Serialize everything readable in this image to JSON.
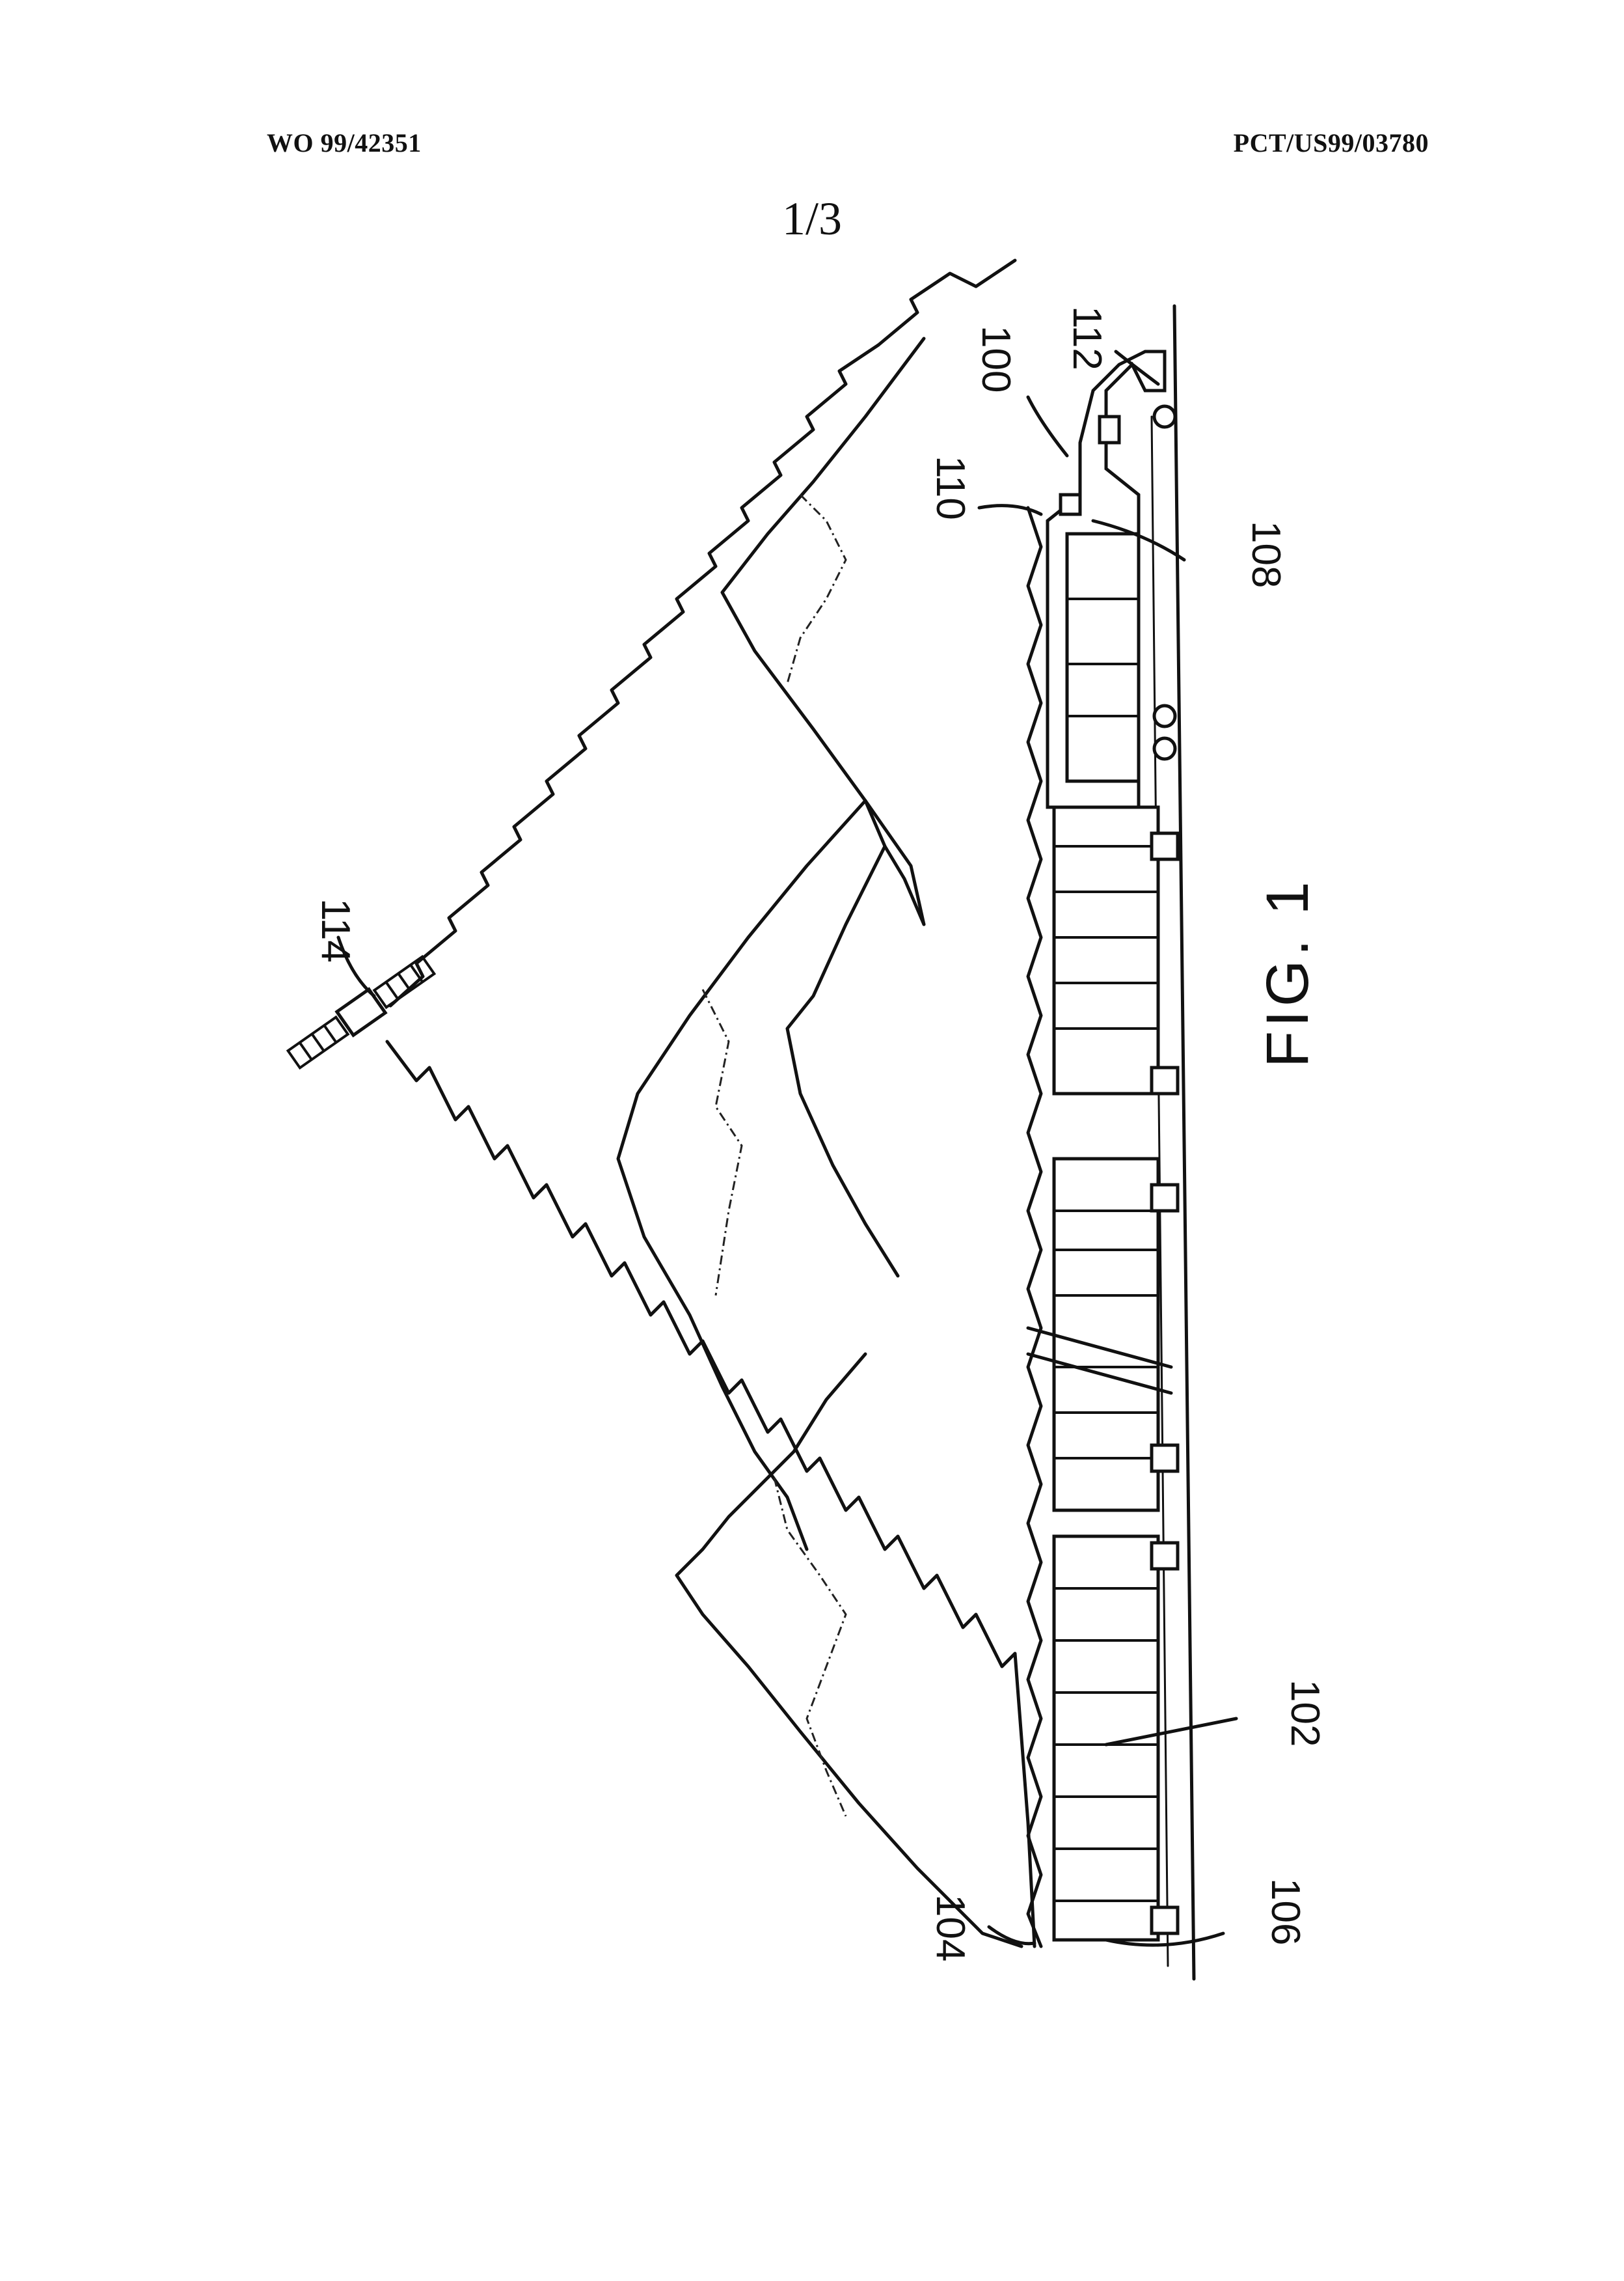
{
  "header": {
    "publication_number": "WO 99/42351",
    "application_number": "PCT/US99/03780"
  },
  "sheet_number": "1/3",
  "figure": {
    "caption": "FIG. 1",
    "reference_numerals": {
      "locomotive_antenna": "100",
      "train_cars": "102",
      "end_of_train_antenna": "104",
      "end_of_train_unit": "106",
      "locomotive_unit": "108",
      "antenna_cable": "110",
      "locomotive": "112",
      "satellite": "114"
    }
  }
}
